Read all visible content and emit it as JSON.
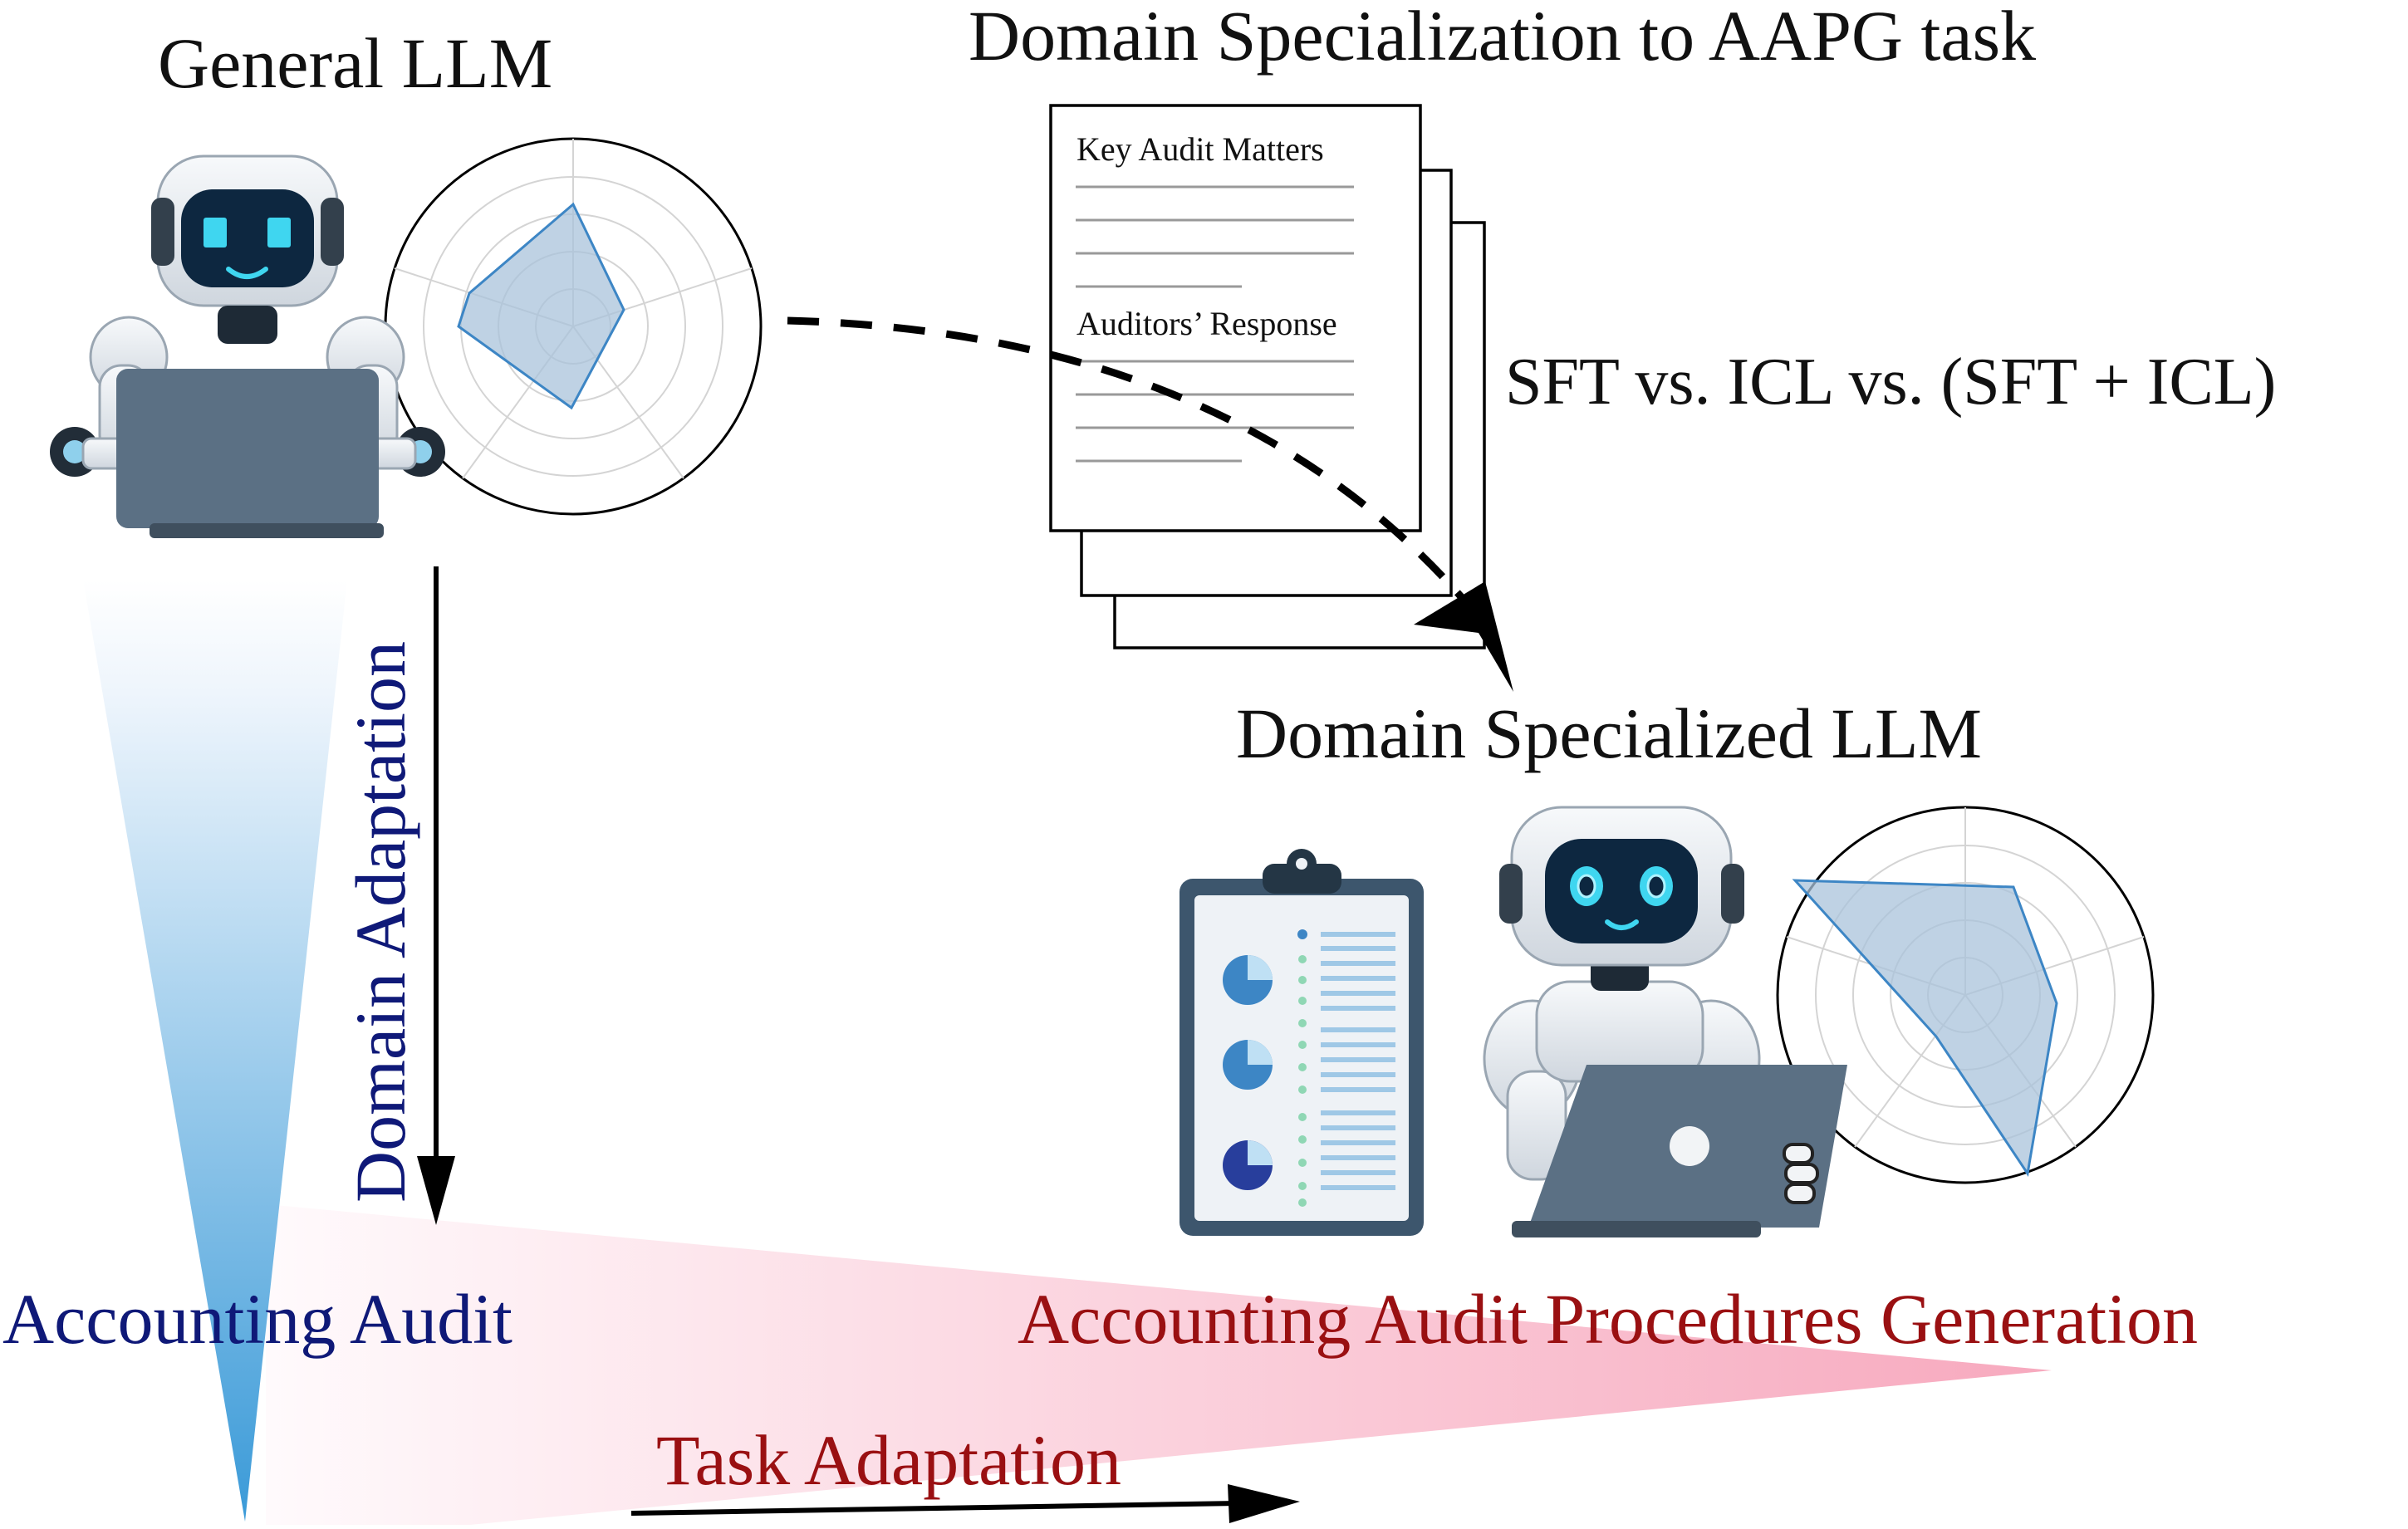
{
  "titles": {
    "general": "General LLM",
    "specialization": "Domain Specialization to AAPG task",
    "specialized": "Domain Specialized LLM"
  },
  "document": {
    "section_1": "Key Audit Matters",
    "section_2": "Auditors’ Response"
  },
  "methods": "SFT vs. ICL vs. (SFT + ICL)",
  "axes": {
    "vertical_label": "Domain Adaptation",
    "vertical_end": "Accounting Audit",
    "horizontal_end": "Accounting Audit Procedures Generation",
    "horizontal_label": "Task Adaptation"
  },
  "colors": {
    "domain_blue": "#0f1978",
    "task_red": "#9a1012",
    "gradient_blue": "#3a9ad8",
    "gradient_pink": "#f7a9be",
    "robot_screen": "#0d2740",
    "robot_eye": "#3fd6f0",
    "laptop": "#5b7084",
    "radar_fill": "#a9c3db",
    "radar_stroke": "#3d86c5"
  },
  "icons": [
    "robot-icon",
    "laptop-icon",
    "radar-chart-icon",
    "document-stack-icon",
    "clipboard-report-icon",
    "pie-chart-icon"
  ]
}
